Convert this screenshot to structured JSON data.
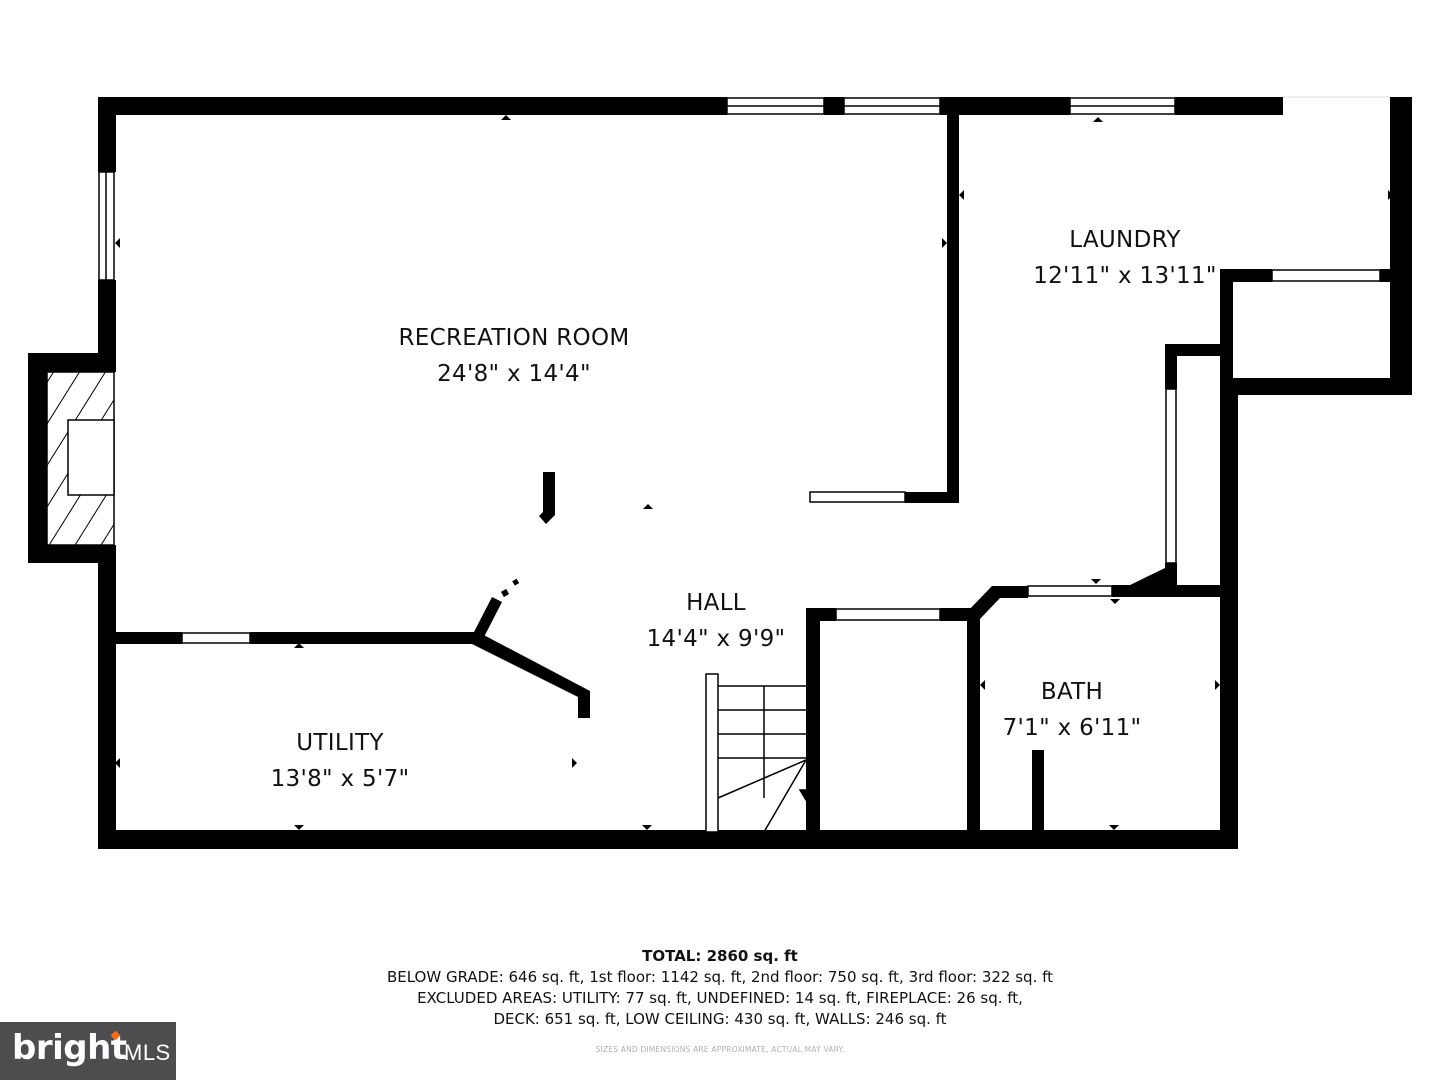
{
  "rooms": {
    "recreation": {
      "name": "RECREATION ROOM",
      "size": "24'8\" x 14'4\""
    },
    "laundry": {
      "name": "LAUNDRY",
      "size": "12'11\" x 13'11\""
    },
    "hall": {
      "name": "HALL",
      "size": "14'4\" x 9'9\""
    },
    "utility": {
      "name": "UTILITY",
      "size": "13'8\" x 5'7\""
    },
    "bath": {
      "name": "BATH",
      "size": "7'1\" x 6'11\""
    }
  },
  "summary": {
    "total": "TOTAL: 2860 sq. ft",
    "line1": "BELOW GRADE: 646 sq. ft, 1st floor: 1142 sq. ft, 2nd floor: 750 sq. ft, 3rd floor: 322 sq. ft",
    "line2": "EXCLUDED AREAS: UTILITY: 77 sq. ft, UNDEFINED: 14 sq. ft, FIREPLACE: 26 sq. ft,",
    "line3": "DECK: 651 sq. ft, LOW CEILING: 430 sq. ft, WALLS: 246 sq. ft",
    "disclaimer": "SIZES AND DIMENSIONS ARE APPROXIMATE, ACTUAL MAY VARY."
  },
  "logo": {
    "brand": "bright",
    "suffix": "MLS"
  },
  "colors": {
    "wall": "#000000",
    "background": "#ffffff",
    "logo_bg": "#4d4d4f",
    "logo_accent": "#ff6a13"
  }
}
